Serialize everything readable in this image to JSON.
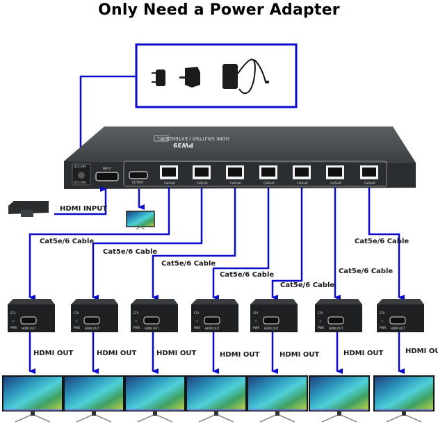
{
  "title": "Only Need a Power Adapter",
  "accent_color": "#0a0acc",
  "adapter_box": {
    "items": [
      "eu-plug-adapter",
      "uk-plug-adapter",
      "power-adapter-with-cable"
    ]
  },
  "transmitter": {
    "brand": "PW39",
    "model_text": "HDMI SPLITTER / EXTENDER",
    "badge": "TX",
    "power_port_label": "DC5-18V",
    "power_port_sublabel": "DC5-18V",
    "input_port_label": "INPUT",
    "output_port_label": "OUTPUT",
    "cat_port_label": "Cat5e/6",
    "cat_port_count": 7
  },
  "source": {
    "label": "HDMI INPUT"
  },
  "cable_labels": [
    "Cat5e/6 Cable",
    "Cat5e/6 Cable",
    "Cat5e/6 Cable",
    "Cat5e/6 Cable",
    "Cat5e/6 Cable",
    "Cat5e/6 Cable",
    "Cat5e/6 Cable"
  ],
  "receiver": {
    "sta_label": "STA",
    "pwr_label": "PWR",
    "port_label": "HDMI OUT"
  },
  "receivers_count": 7,
  "hdmi_out_labels": [
    "HDMI OUT",
    "HDMI OUT",
    "HDMI OUT",
    "HDMI OUT",
    "HDMI OUT",
    "HDMI OUT",
    "HDMI OUT"
  ]
}
